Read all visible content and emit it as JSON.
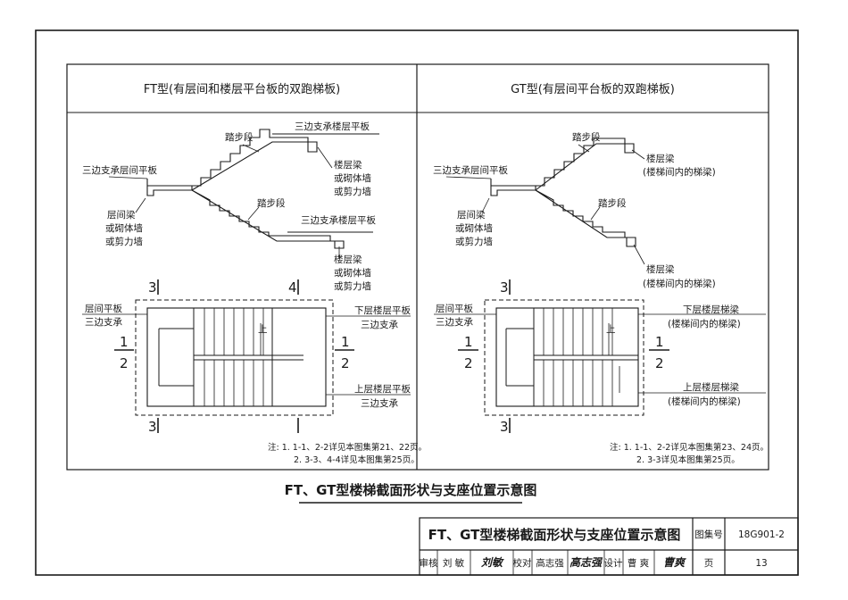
{
  "left_panel": {
    "title": "FT型(有层间和楼层平台板的双跑梯板)",
    "section_labels": {
      "upper_flight": "踏步段",
      "upper_slab": "三边支承楼层平板",
      "landing_slab": "三边支承层间平板",
      "floor_beam_1": "楼层梁",
      "floor_beam_2": "或砌体墙",
      "floor_beam_3": "或剪力墙",
      "mid_beam_1": "层间梁",
      "mid_beam_2": "或砌体墙",
      "mid_beam_3": "或剪力墙",
      "lower_flight": "踏步段",
      "lower_slab": "三边支承楼层平板",
      "floor_beam_b1": "楼层梁",
      "floor_beam_b2": "或砌体墙",
      "floor_beam_b3": "或剪力墙"
    },
    "plan_labels": {
      "landing_1": "层间平板",
      "landing_2": "三边支承",
      "lower_floor_1": "下层楼层平板",
      "lower_floor_2": "三边支承",
      "upper_floor_1": "上层楼层平板",
      "upper_floor_2": "三边支承",
      "up": "上"
    },
    "cut_marks": {
      "c1": "1",
      "c2": "2",
      "c3": "3",
      "c4": "4"
    },
    "notes": [
      "注:  1. 1-1、2-2详见本图集第21、22页。",
      "2. 3-3、4-4详见本图集第25页。"
    ]
  },
  "right_panel": {
    "title": "GT型(有层间平台板的双跑梯板)",
    "section_labels": {
      "upper_flight": "踏步段",
      "landing_slab": "三边支承层间平板",
      "floor_beam_1": "楼层梁",
      "floor_beam_2": "(楼梯间内的梯梁)",
      "mid_beam_1": "层间梁",
      "mid_beam_2": "或砌体墙",
      "mid_beam_3": "或剪力墙",
      "lower_flight": "踏步段",
      "floor_beam_b1": "楼层梁",
      "floor_beam_b2": "(楼梯间内的梯梁)"
    },
    "plan_labels": {
      "landing_1": "层间平板",
      "landing_2": "三边支承",
      "lower_beam_1": "下层楼层梯梁",
      "lower_beam_2": "(楼梯间内的梯梁)",
      "upper_beam_1": "上层楼层梯梁",
      "upper_beam_2": "(楼梯间内的梯梁)",
      "up": "上"
    },
    "cut_marks": {
      "c1": "1",
      "c2": "2",
      "c3": "3"
    },
    "notes": [
      "注:  1. 1-1、2-2详见本图集第23、24页。",
      "2. 3-3详见本图集第25页。"
    ]
  },
  "figure_caption": "FT、GT型楼梯截面形状与支座位置示意图",
  "title_block": {
    "drawing_title": "FT、GT型楼梯截面形状与支座位置示意图",
    "atlas_label": "图集号",
    "atlas_no": "18G901-2",
    "review_label": "审核",
    "reviewer": "刘  敏",
    "reviewer_sig": "刘敏",
    "check_label": "校对",
    "checker": "高志强",
    "checker_sig": "高志强",
    "design_label": "设计",
    "designer": "曹  爽",
    "designer_sig": "曹爽",
    "page_label": "页",
    "page_no": "13"
  }
}
